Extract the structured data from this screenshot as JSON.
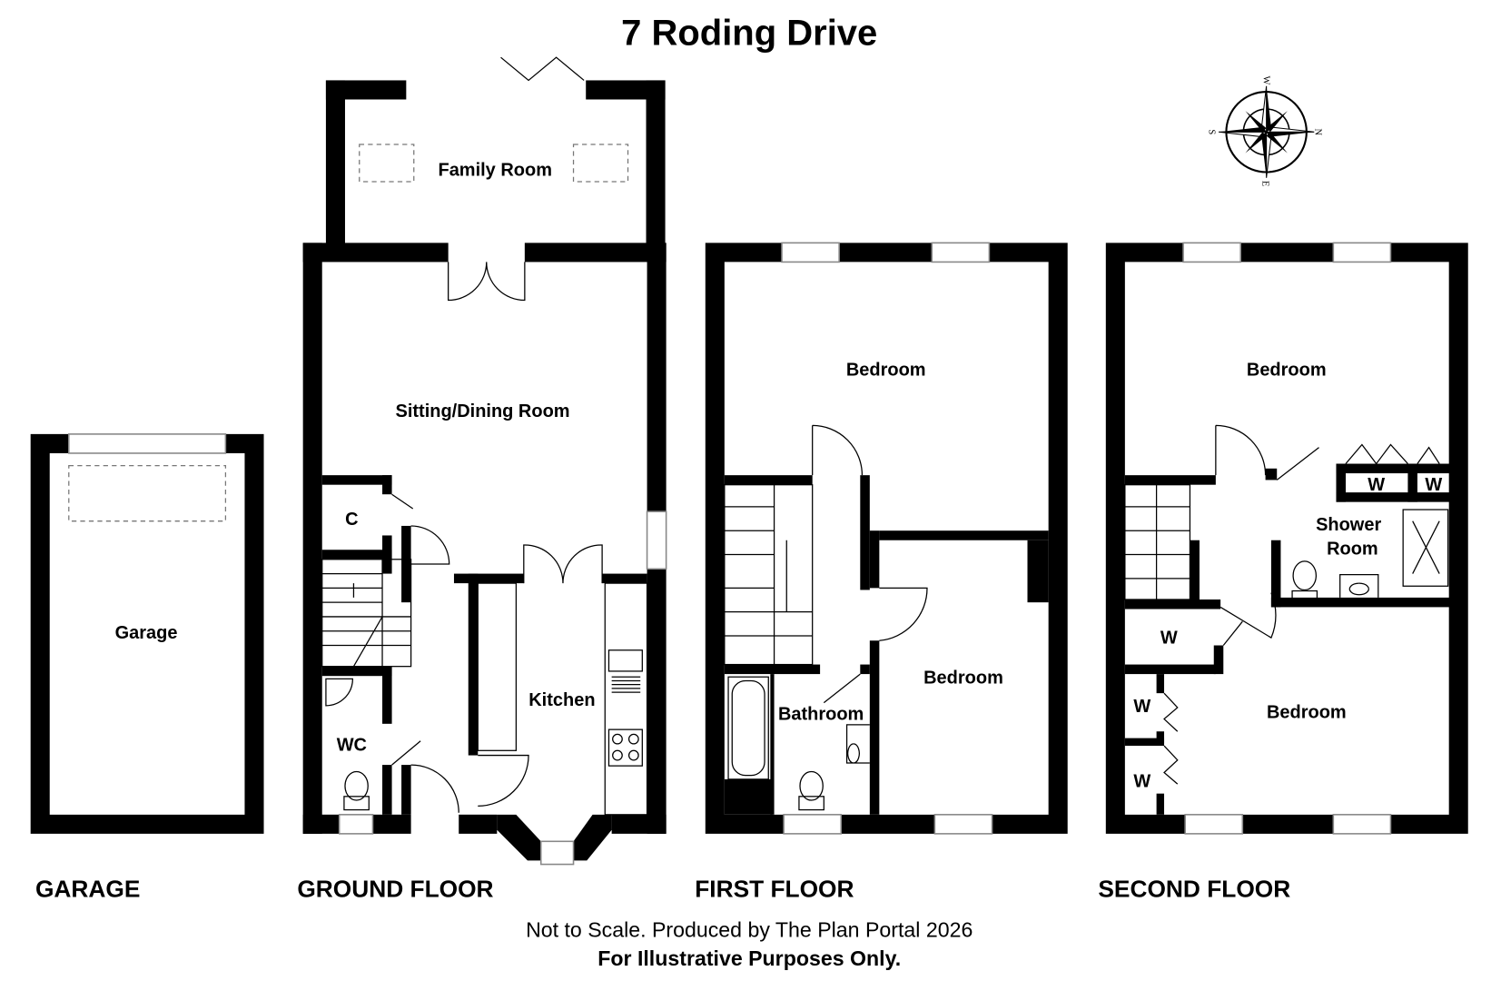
{
  "title": "7 Roding Drive",
  "floors": {
    "garage": {
      "label": "GARAGE",
      "rooms": [
        "Garage"
      ]
    },
    "ground": {
      "label": "GROUND FLOOR",
      "rooms": [
        "Family Room",
        "Sitting/Dining Room",
        "C",
        "Kitchen",
        "WC"
      ]
    },
    "first": {
      "label": "FIRST FLOOR",
      "rooms": [
        "Bedroom",
        "Bedroom",
        "Bathroom"
      ]
    },
    "second": {
      "label": "SECOND FLOOR",
      "rooms": [
        "Bedroom",
        "Shower",
        "Room",
        "Bedroom",
        "W",
        "W",
        "W",
        "W",
        "W"
      ]
    }
  },
  "compass": {
    "n": "N",
    "s": "S",
    "e": "E",
    "w": "W"
  },
  "footer": {
    "line1": "Not to Scale. Produced by The Plan Portal 2026",
    "line2": "For Illustrative Purposes Only."
  }
}
